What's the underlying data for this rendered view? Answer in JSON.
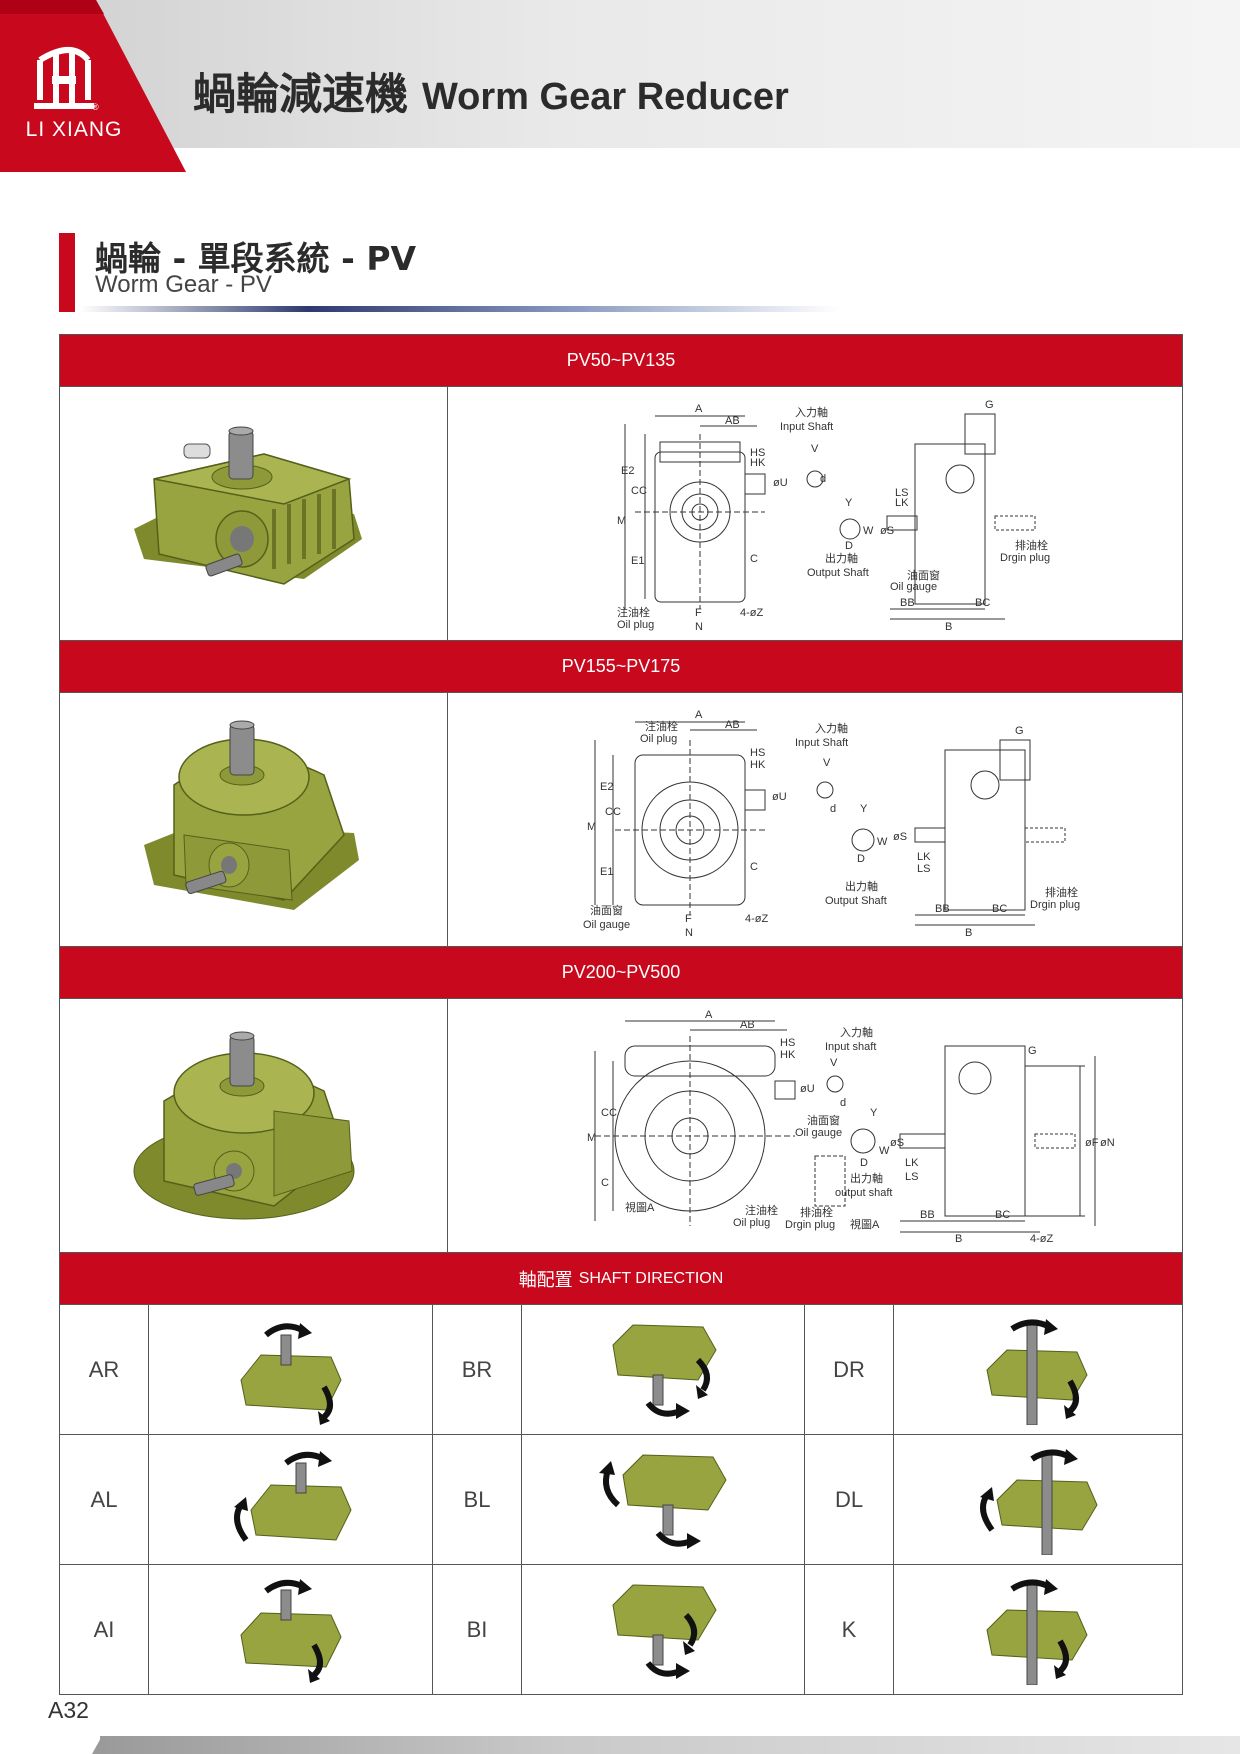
{
  "brand": {
    "name": "LI XIANG",
    "reg_mark": "®"
  },
  "header": {
    "title_zh": "蝸輪減速機",
    "title_en": "Worm Gear Reducer"
  },
  "section": {
    "title": "蝸輪 - 單段系統 - PV",
    "subtitle": "Worm Gear - PV"
  },
  "models": [
    {
      "range": "PV50~PV135",
      "photo": "worm-gear-reducer-pv50-photo",
      "drawing": "dimension-drawing-pv50-pv135"
    },
    {
      "range": "PV155~PV175",
      "photo": "worm-gear-reducer-pv155-photo",
      "drawing": "dimension-drawing-pv155-pv175"
    },
    {
      "range": "PV200~PV500",
      "photo": "worm-gear-reducer-pv200-photo",
      "drawing": "dimension-drawing-pv200-pv500"
    }
  ],
  "drawing_labels": {
    "A": "A",
    "AB": "AB",
    "HS": "HS",
    "HK": "HK",
    "U": "øU",
    "M": "M",
    "CC": "CC",
    "E1": "E1",
    "E2": "E2",
    "C": "C",
    "F": "F",
    "N": "N",
    "Z": "4-øZ",
    "Y": "Y",
    "V": "V",
    "d": "d",
    "D": "D",
    "W": "W",
    "S": "øS",
    "LS": "LS",
    "LK": "LK",
    "BB": "BB",
    "BC": "BC",
    "B": "B",
    "G": "G",
    "phiF": "øF",
    "phiN": "øN",
    "input_zh": "入力軸",
    "input_en": "Input Shaft",
    "input_en_lower": "Input shaft",
    "output_zh": "出力軸",
    "output_en": "Output Shaft",
    "output_en_lower": "output shaft",
    "oil_plug_zh": "注油栓",
    "oil_plug_en": "Oil plug",
    "oil_gauge_zh": "油面窗",
    "oil_gauge_en": "Oil gauge",
    "drain_plug_zh": "排油栓",
    "drain_plug_en": "Drgin plug",
    "view_a": "視圖A"
  },
  "shaft_section": {
    "title_zh": "軸配置",
    "title_en": "SHAFT DIRECTION"
  },
  "shaft_rows": [
    [
      {
        "code": "AR"
      },
      {
        "code": "BR"
      },
      {
        "code": "DR"
      }
    ],
    [
      {
        "code": "AL"
      },
      {
        "code": "BL"
      },
      {
        "code": "DL"
      }
    ],
    [
      {
        "code": "AI"
      },
      {
        "code": "BI"
      },
      {
        "code": "K"
      }
    ]
  ],
  "page_number": "A32",
  "colors": {
    "brand_red": "#c8081d",
    "gear_green": "#8e9a3a",
    "drawing_line": "#333333"
  }
}
